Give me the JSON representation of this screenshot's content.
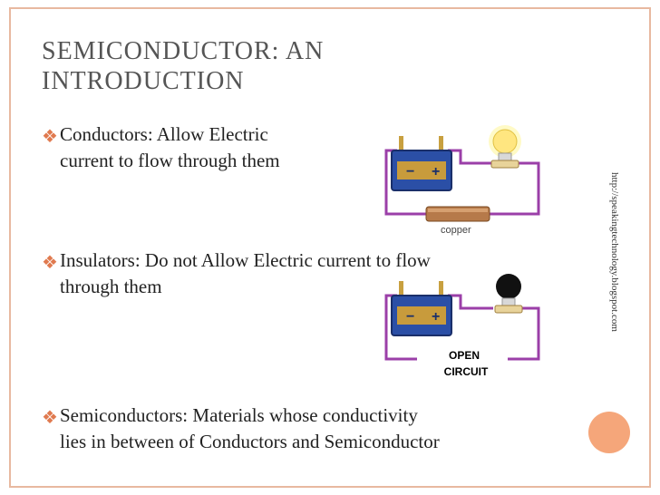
{
  "slide": {
    "title_line1": "SEMICONDUCTOR: AN",
    "title_line2": "INTRODUCTION",
    "side_url": "http://speakingtechnology.blogspot.com"
  },
  "bullets": [
    {
      "line1": "Conductors: Allow Electric",
      "line2": "current to flow through them"
    },
    {
      "line1": "Insulators: Do not Allow Electric current to flow",
      "line2": "through them"
    },
    {
      "line1": "Semiconductors: Materials whose conductivity",
      "line2": "lies in between of Conductors and Semiconductor"
    }
  ],
  "diagrams": {
    "conductor_label": "copper",
    "open_line1": "OPEN",
    "open_line2": "CIRCUIT"
  },
  "colors": {
    "accent": "#e07a4f",
    "frame": "#e8b9a0",
    "wire": "#9b3fa8",
    "battery": "#2b4fa6"
  }
}
